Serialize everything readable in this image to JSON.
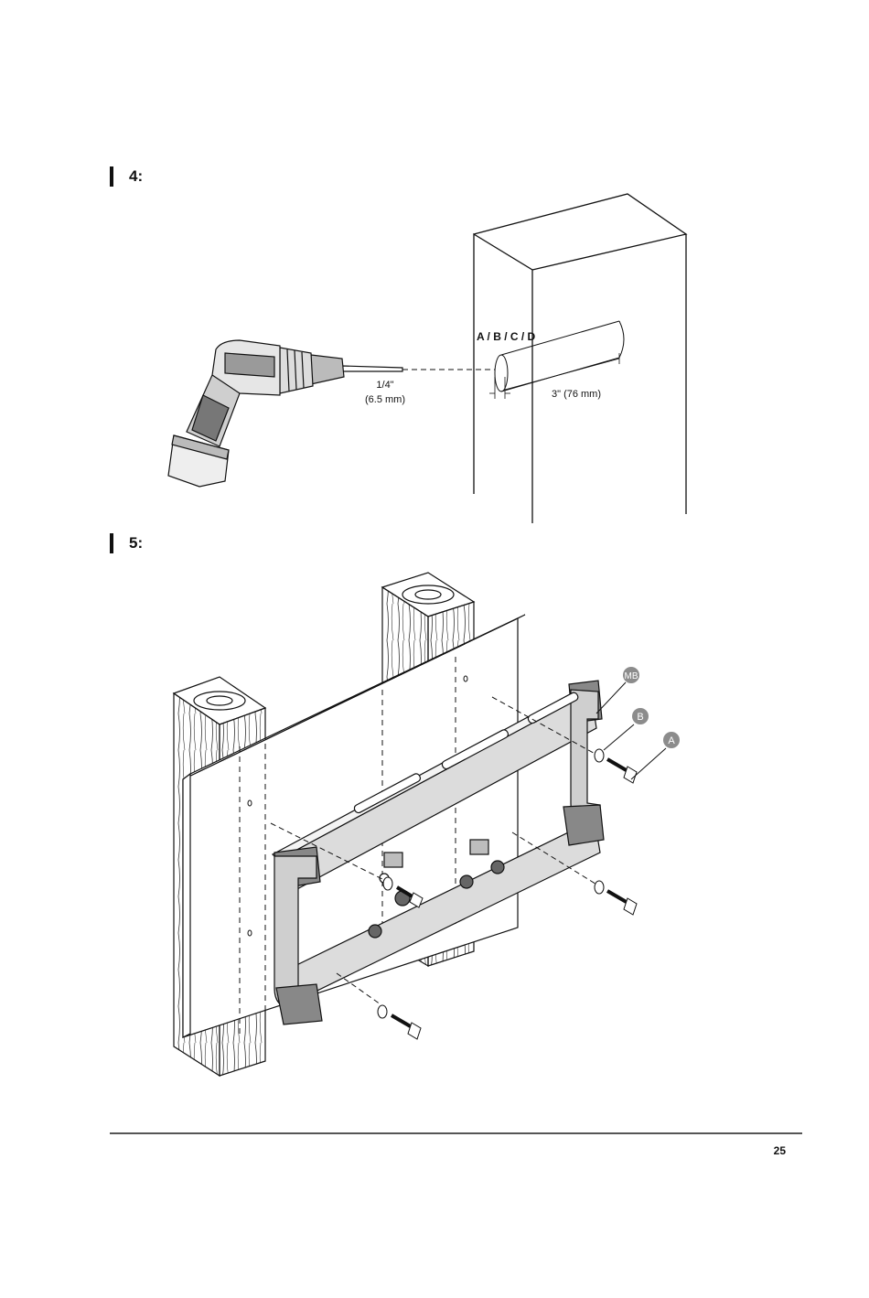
{
  "step4": {
    "label": "4:",
    "screw_codes": "A / B / C / D",
    "bit_size": "1/4\"",
    "bit_size_metric": "(6.5 mm)",
    "depth": "3\" (76 mm)"
  },
  "step5": {
    "label": "5:",
    "callouts": [
      "MB",
      "B",
      "A"
    ]
  },
  "footer": {
    "page_number": "25"
  }
}
